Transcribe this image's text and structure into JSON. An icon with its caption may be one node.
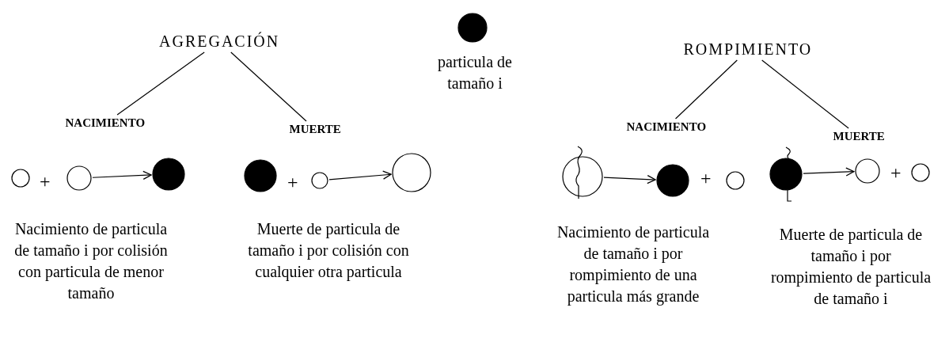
{
  "diagram": {
    "nodes": [
      {
        "text": [
          "AGREGACIÓN"
        ]
      },
      {
        "text": [],
        "shape": "disc",
        "beside": [
          "particula de tamaño i"
        ]
      },
      {
        "text": [
          "ROMPIMIENTO"
        ]
      },
      {
        "text": [
          "NACIMIENTO"
        ]
      },
      {
        "text": [
          "MUERTE"
        ]
      },
      {
        "text": [
          "NACIMIENTO"
        ]
      },
      {
        "text": [
          "MUERTE"
        ]
      },
      {
        "text": [],
        "shape": "circle"
      },
      {
        "text": [],
        "shape": "circle"
      },
      {
        "text": [],
        "shape": "disc"
      },
      {
        "text": [],
        "shape": "disc"
      },
      {
        "text": [],
        "shape": "circle"
      },
      {
        "text": [],
        "shape": "circle"
      },
      {
        "text": [],
        "shape": "circle"
      },
      {
        "text": [],
        "shape": "disc"
      },
      {
        "text": [],
        "shape": "circle"
      },
      {
        "text": [],
        "shape": "disc"
      },
      {
        "text": [],
        "shape": "circle"
      },
      {
        "text": [],
        "shape": "circle"
      }
    ],
    "edges": [
      {
        "from": 0,
        "to": 3,
        "arrow": "none"
      },
      {
        "from": 0,
        "to": 4,
        "arrow": "none"
      },
      {
        "from": 2,
        "to": 5,
        "arrow": "none"
      },
      {
        "from": 2,
        "to": 6,
        "arrow": "none"
      },
      {
        "from": 8,
        "to": 9,
        "arrow": "to"
      },
      {
        "from": 11,
        "to": 12,
        "arrow": "to"
      },
      {
        "from": 13,
        "to": 14,
        "arrow": "to"
      },
      {
        "from": 16,
        "to": 17,
        "arrow": "to"
      }
    ],
    "labels": [
      "+",
      "+",
      "+",
      "+",
      "Nacimiento de particula de tamaño i por colisión con particula de menor tamaño",
      "Muerte de particula de tamaño i por colisión con cualquier otra particula",
      "Nacimiento de particula de tamaño i por rompimiento de una particula más grande",
      "Muerte de particula de tamaño i por rompimiento de particula de tamaño i"
    ]
  }
}
